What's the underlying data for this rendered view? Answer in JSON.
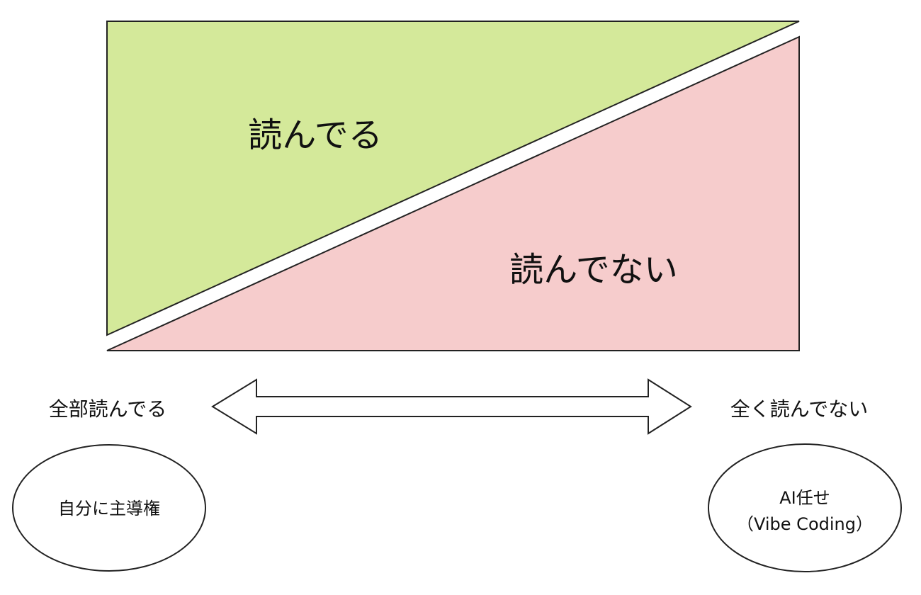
{
  "colors": {
    "read_fill": "#d4e99a",
    "unread_fill": "#f6cccc",
    "stroke": "#222222"
  },
  "regions": {
    "read": "読んでる",
    "unread": "読んでない"
  },
  "scale": {
    "left_label": "全部読んでる",
    "right_label": "全く読んでない"
  },
  "ellipses": {
    "left": {
      "lines": [
        "自分に主導権"
      ]
    },
    "right": {
      "lines": [
        "AI任せ",
        "（Vibe Coding）"
      ]
    }
  }
}
